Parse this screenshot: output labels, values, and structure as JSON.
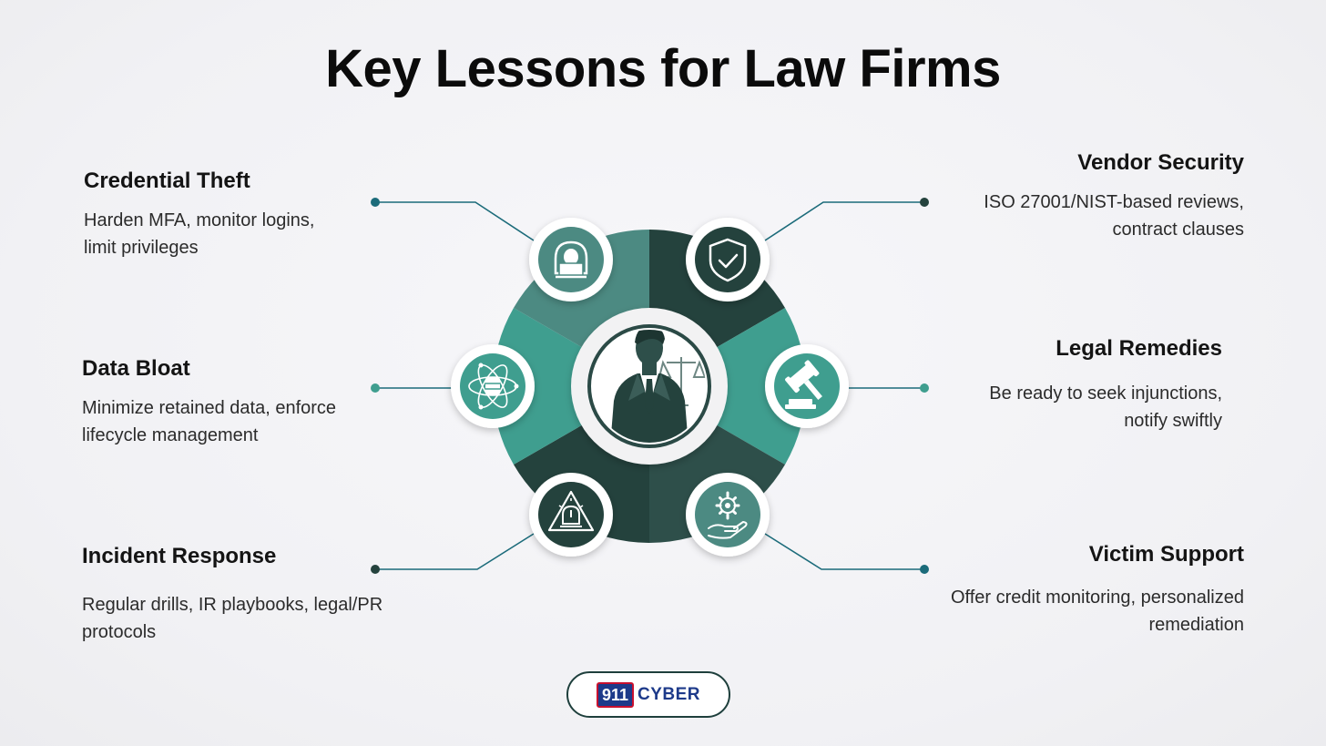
{
  "title": "Key Lessons for Law Firms",
  "colors": {
    "teal": "#3f9e8f",
    "teal_light": "#4c8a82",
    "dark": "#24423d",
    "dark_mid": "#2e4f4a",
    "connector": "#1b6b7a"
  },
  "lessons": [
    {
      "id": "credential-theft",
      "title": "Credential Theft",
      "text": [
        "Harden MFA, monitor logins,",
        "limit privileges"
      ],
      "icon": "hacker-laptop-icon"
    },
    {
      "id": "data-bloat",
      "title": "Data Bloat",
      "text": [
        "Minimize retained data, enforce",
        "lifecycle management"
      ],
      "icon": "database-atom-icon"
    },
    {
      "id": "incident-response",
      "title": "Incident Response",
      "text": [
        "Regular drills, IR playbooks, legal/PR",
        "protocols"
      ],
      "icon": "alarm-warning-icon"
    },
    {
      "id": "vendor-security",
      "title": "Vendor Security",
      "text": [
        "ISO 27001/NIST-based reviews,",
        "contract clauses"
      ],
      "icon": "shield-check-icon"
    },
    {
      "id": "legal-remedies",
      "title": "Legal Remedies",
      "text": [
        "Be ready to seek injunctions,",
        "notify swiftly"
      ],
      "icon": "gavel-icon"
    },
    {
      "id": "victim-support",
      "title": "Victim Support",
      "text": [
        "Offer credit monitoring, personalized",
        "remediation"
      ],
      "icon": "hand-gear-icon"
    }
  ],
  "center_icon": "lawyer-scales-icon",
  "logo": {
    "badge": "911",
    "text": "CYBER"
  }
}
